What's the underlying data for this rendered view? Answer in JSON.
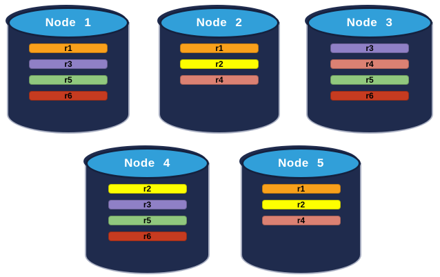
{
  "diagram": {
    "background": "#FFFFFF",
    "cylinder": {
      "body_color": "#1F2B4D",
      "top_color": "#319FD9",
      "outline_color": "#15213E",
      "edge_color": "#A9AFC2",
      "title_color": "#FFFFFF",
      "bar_text_color": "#000000"
    },
    "replica_colors": {
      "r1": "#F9A01B",
      "r2": "#FDFF00",
      "r3": "#8F80C6",
      "r4": "#DB8173",
      "r5": "#90C87E",
      "r6": "#C63B20"
    },
    "nodes": [
      {
        "label": "Node 1",
        "replicas": [
          {
            "label": "r1",
            "color": "#F9A01B"
          },
          {
            "label": "r3",
            "color": "#8F80C6"
          },
          {
            "label": "r5",
            "color": "#90C87E"
          },
          {
            "label": "r6",
            "color": "#C63B20"
          }
        ]
      },
      {
        "label": "Node 2",
        "replicas": [
          {
            "label": "r1",
            "color": "#F9A01B"
          },
          {
            "label": "r2",
            "color": "#FDFF00"
          },
          {
            "label": "r4",
            "color": "#DB8173"
          }
        ]
      },
      {
        "label": "Node 3",
        "replicas": [
          {
            "label": "r3",
            "color": "#8F80C6"
          },
          {
            "label": "r4",
            "color": "#DB8173"
          },
          {
            "label": "r5",
            "color": "#90C87E"
          },
          {
            "label": "r6",
            "color": "#C63B20"
          }
        ]
      },
      {
        "label": "Node 4",
        "replicas": [
          {
            "label": "r2",
            "color": "#FDFF00"
          },
          {
            "label": "r3",
            "color": "#8F80C6"
          },
          {
            "label": "r5",
            "color": "#90C87E"
          },
          {
            "label": "r6",
            "color": "#C63B20"
          }
        ]
      },
      {
        "label": "Node 5",
        "replicas": [
          {
            "label": "r1",
            "color": "#F9A01B"
          },
          {
            "label": "r2",
            "color": "#FDFF00"
          },
          {
            "label": "r4",
            "color": "#DB8173"
          }
        ]
      }
    ]
  }
}
